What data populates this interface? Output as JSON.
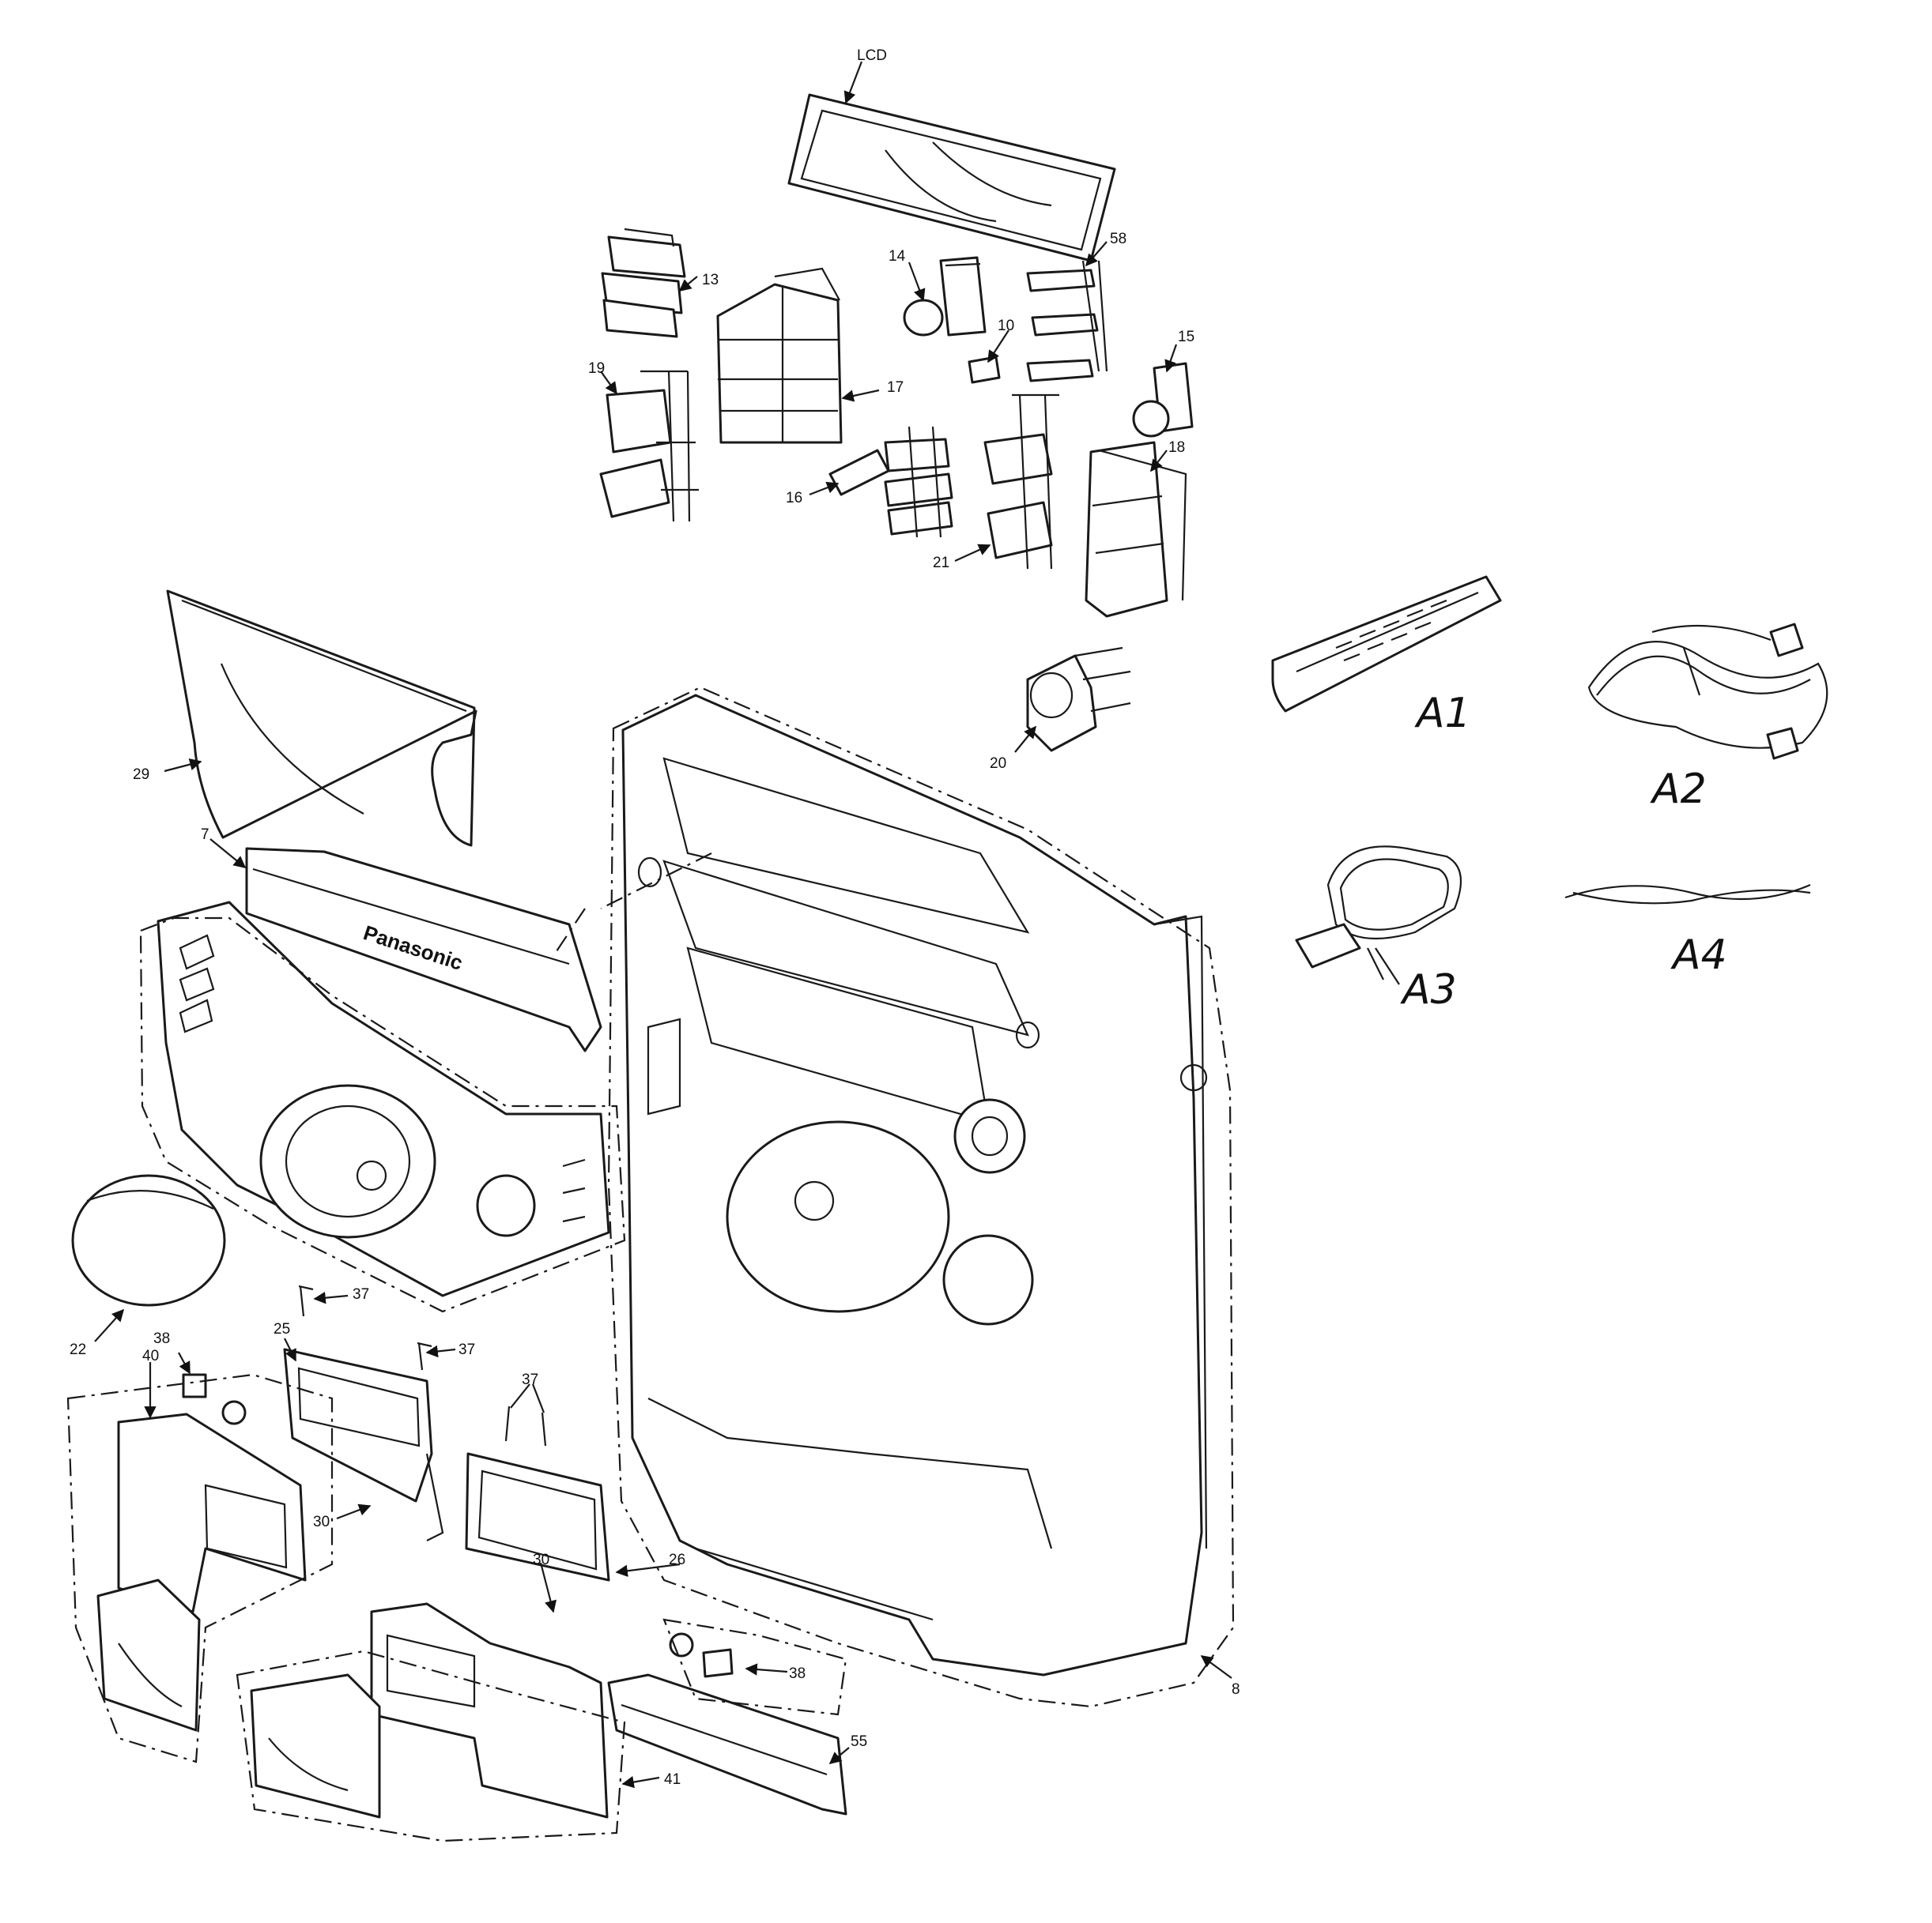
{
  "brand_text": "Panasonic",
  "callouts": {
    "lcd": "LCD",
    "p13": "13",
    "p14": "14",
    "p58": "58",
    "p10": "10",
    "p15": "15",
    "p19": "19",
    "p17": "17",
    "p18": "18",
    "p16": "16",
    "p21": "21",
    "p20": "20",
    "p29": "29",
    "p7": "7",
    "p22": "22",
    "p37a": "37",
    "p37b": "37",
    "p37c": "37",
    "p38a": "38",
    "p40": "40",
    "p25": "25",
    "p30a": "30",
    "p30b": "30",
    "p26": "26",
    "p38b": "38",
    "p8": "8",
    "p55": "55",
    "p41": "41"
  },
  "accessories": {
    "a1": "A1",
    "a2": "A2",
    "a3": "A3",
    "a4": "A4"
  }
}
